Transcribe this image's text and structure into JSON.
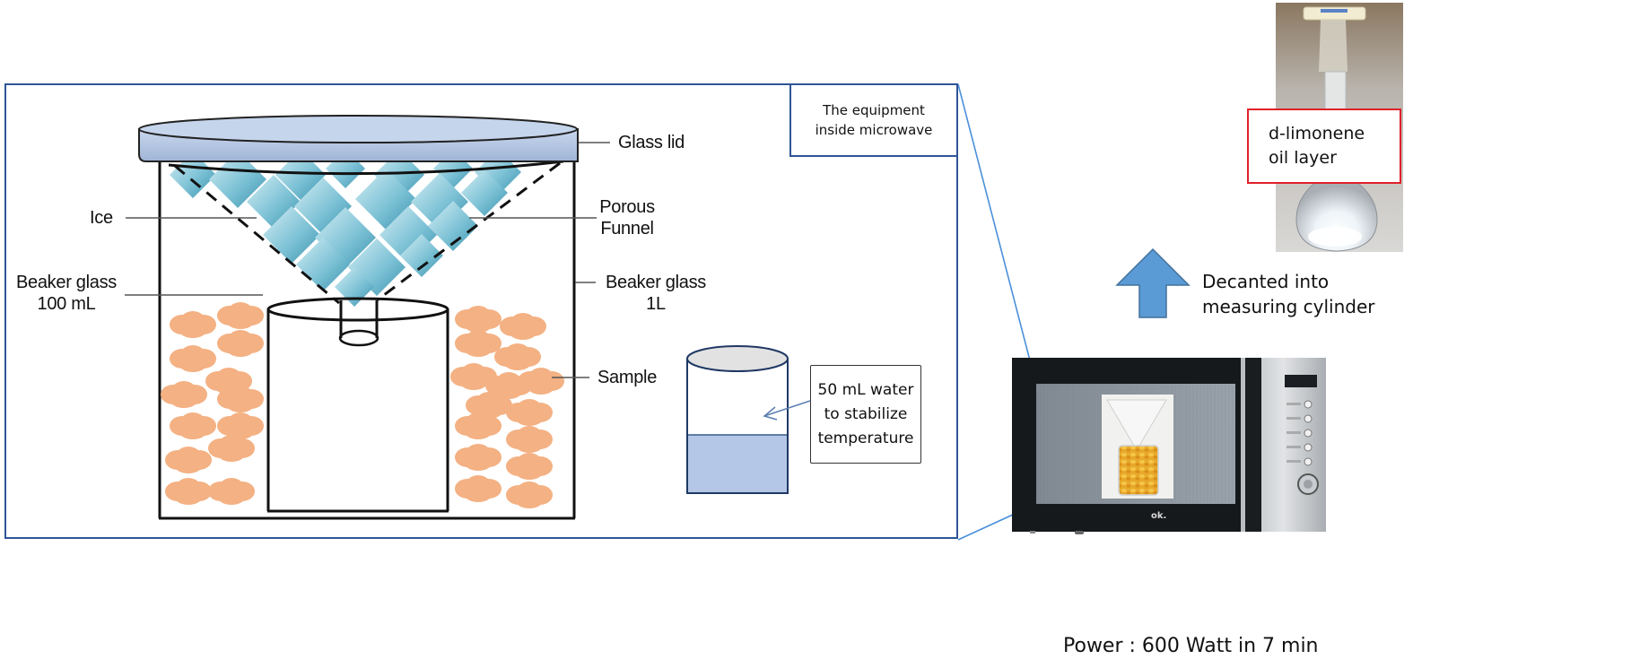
{
  "diagram": {
    "inset_caption": {
      "line1": "The equipment",
      "line2": "inside microwave"
    },
    "labels": {
      "glass_lid": "Glass lid",
      "ice": "Ice",
      "porous_funnel_1": "Porous",
      "porous_funnel_2": "Funnel",
      "beaker_small_1": "Beaker glass",
      "beaker_small_2": "100 mL",
      "beaker_large_1": "Beaker glass",
      "beaker_large_2": "1L",
      "sample": "Sample"
    },
    "water_note": {
      "line1": "50 mL water",
      "line2": "to stabilize",
      "line3": "temperature"
    },
    "limonene_label": {
      "line1": "d-limonene",
      "line2": "oil layer"
    },
    "decant_note": {
      "line1": "Decanted into",
      "line2": "measuring cylinder"
    },
    "power_note": "Power : 600 Watt in 7 min",
    "microwave_brand": "ok.",
    "colors": {
      "panel_border": "#2f5597",
      "lid_fill": "#b4c7e7",
      "ice_fill": "#4aa5c0",
      "sample_fill": "#f4b183",
      "water_fill": "#b4c7e7",
      "arrow_fill": "#5b9bd5",
      "callout_red": "#e0202a",
      "zoom_line": "#4a90d9"
    }
  }
}
